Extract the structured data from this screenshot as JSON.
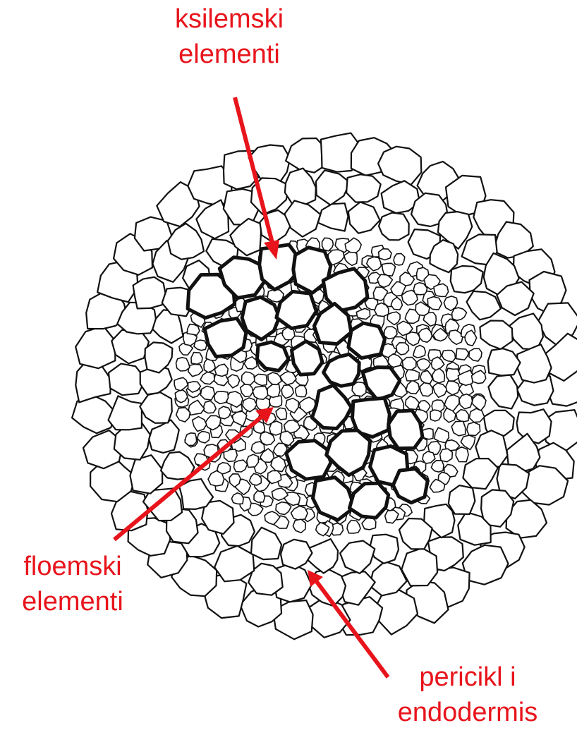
{
  "colors": {
    "annotation": "#e8141c",
    "ink": "#111111",
    "background": "#ffffff"
  },
  "labels": {
    "xylem": {
      "line1": "ksilemski",
      "line2": "elementi"
    },
    "phloem": {
      "line1": "floemski",
      "line2": "elementi"
    },
    "pericycle": {
      "line1": "pericikl i",
      "line2": "endodermis"
    }
  }
}
